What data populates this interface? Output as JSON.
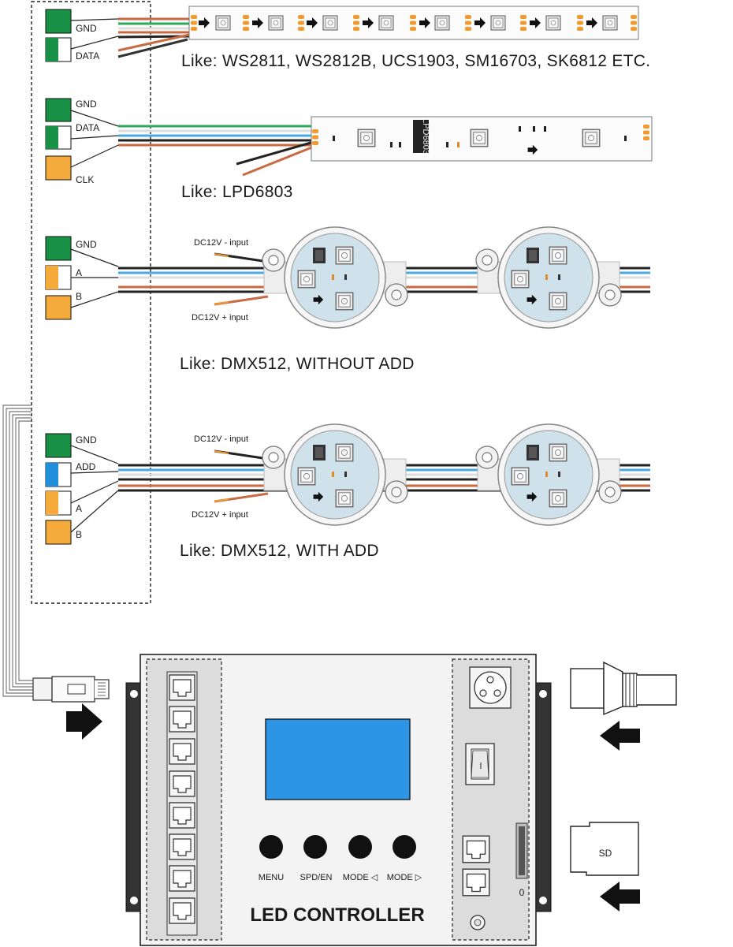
{
  "colors": {
    "green": "#199248",
    "orange": "#f4ab3c",
    "blue": "#1f8fdc",
    "lcd": "#2c95e6",
    "wire_green": "#2ea85c",
    "wire_blue": "#4aa8e0",
    "wire_red": "#c86a42",
    "pcb": "#cfe1ea"
  },
  "sections": {
    "s1": {
      "pins": [
        "GND",
        "DATA"
      ],
      "caption": "Like: WS2811, WS2812B, UCS1903, SM16703, SK6812 ETC."
    },
    "s2": {
      "pins": [
        "GND",
        "DATA",
        "CLK"
      ],
      "caption": "Like: LPD6803",
      "chip": "LPD6803"
    },
    "s3": {
      "pins": [
        "GND",
        "A",
        "B"
      ],
      "caption": "Like: DMX512,  WITHOUT  ADD",
      "minus": "DC12V - input",
      "plus": "DC12V + input"
    },
    "s4": {
      "pins": [
        "GND",
        "ADD",
        "A",
        "B"
      ],
      "caption": "Like: DMX512,  WITH  ADD",
      "minus": "DC12V - input",
      "plus": "DC12V + input"
    }
  },
  "controller": {
    "title": "LED CONTROLLER",
    "buttons": [
      "MENU",
      "SPD/EN",
      "MODE ◁",
      "MODE ▷"
    ],
    "switch_mark": "l",
    "sd_slot_mark": "0",
    "sd_card": "SD"
  }
}
